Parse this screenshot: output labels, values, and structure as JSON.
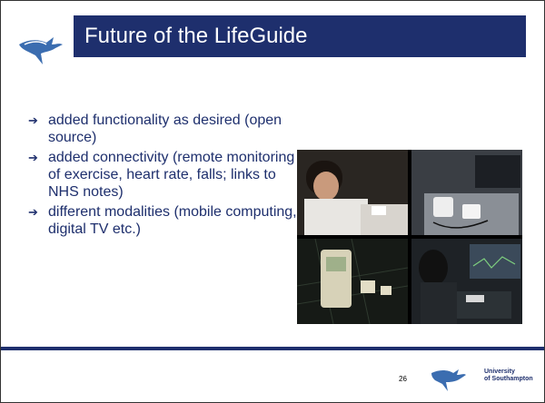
{
  "slide": {
    "title": "Future of the LifeGuide",
    "bullets": [
      {
        "arrow": "➔",
        "text": " added functionality as desired (open source)"
      },
      {
        "arrow": "➔",
        "text": "added connectivity (remote monitoring of exercise, heart rate, falls; links to NHS notes)"
      },
      {
        "arrow": "➔",
        "text": "different modalities (mobile computing, digital TV etc.)"
      }
    ],
    "page_number": "26",
    "university": {
      "line1": "University",
      "line2": "of Southampton"
    }
  },
  "colors": {
    "title_bar": "#1e2f6d",
    "text": "#1e2f6d",
    "footer_rule": "#1e2f6d"
  },
  "icons": {
    "header_logo": "dolphin-logo-icon",
    "footer_logo": "university-southampton-logo-icon"
  }
}
